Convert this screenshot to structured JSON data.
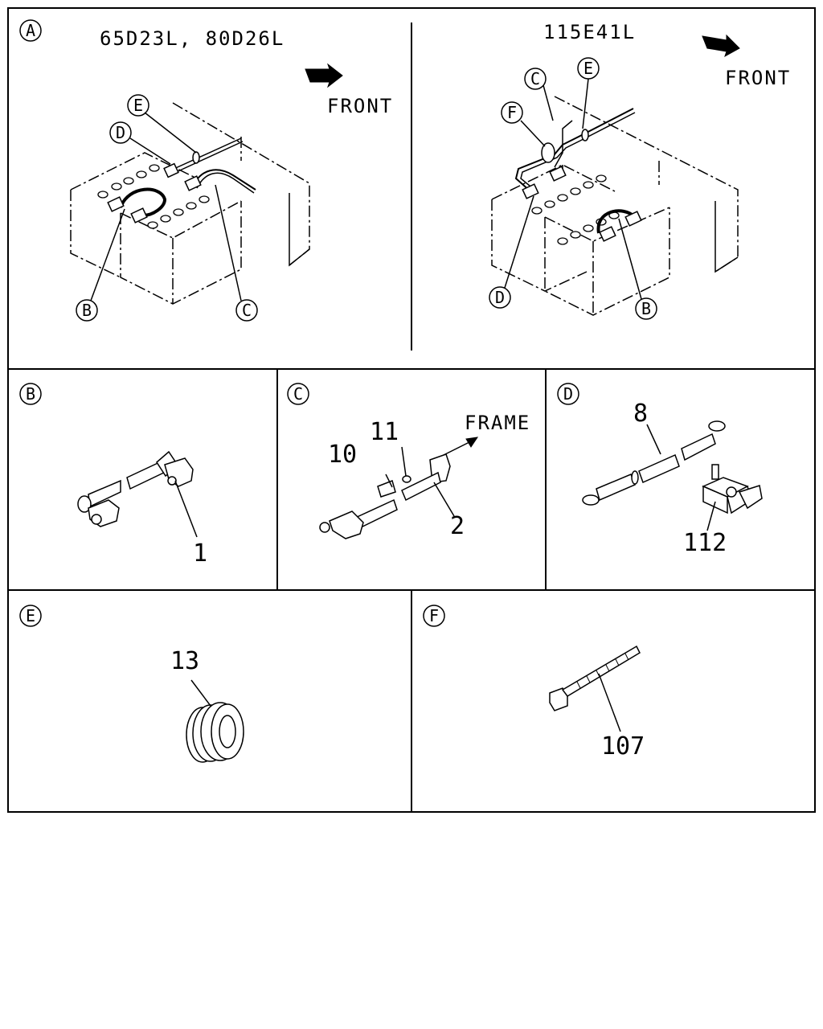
{
  "panels": {
    "A": {
      "marker": "A",
      "left_title": "65D23L, 80D26L",
      "right_title": "115E41L",
      "front_label": "FRONT",
      "callouts_left": [
        "E",
        "D",
        "B",
        "C"
      ],
      "callouts_right": [
        "C",
        "E",
        "F",
        "D",
        "B"
      ]
    },
    "B": {
      "marker": "B",
      "parts": [
        "1"
      ]
    },
    "C": {
      "marker": "C",
      "parts": [
        "10",
        "11",
        "2"
      ],
      "frame_label": "FRAME"
    },
    "D": {
      "marker": "D",
      "parts": [
        "8",
        "112"
      ]
    },
    "E": {
      "marker": "E",
      "parts": [
        "13"
      ]
    },
    "F": {
      "marker": "F",
      "parts": [
        "107"
      ]
    }
  }
}
